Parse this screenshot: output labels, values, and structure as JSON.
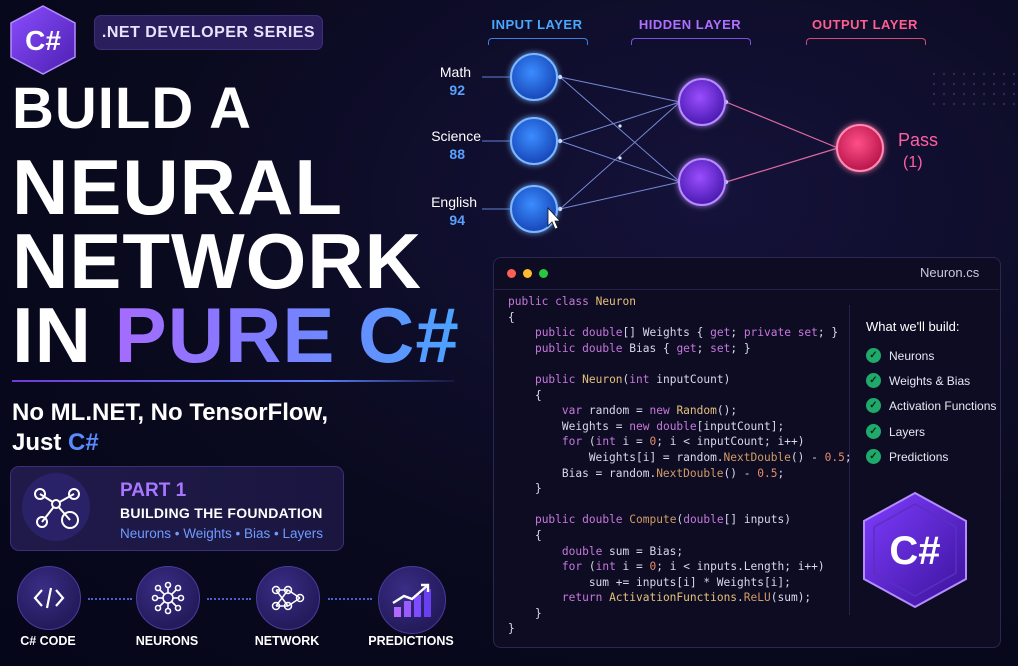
{
  "logo": {
    "text": "C#"
  },
  "series_badge": ".NET DEVELOPER SERIES",
  "headline": {
    "line1": "BUILD A",
    "line2": "NEURAL",
    "line3": "NETWORK",
    "line4_prefix": "IN ",
    "line4_accent": "PURE C#"
  },
  "subhead": {
    "line1": "No ML.NET, No TensorFlow,",
    "line2_prefix": "Just ",
    "line2_accent": "C#"
  },
  "part": {
    "label": "PART 1",
    "title": "BUILDING THE FOUNDATION",
    "topics": "Neurons • Weights • Bias • Layers"
  },
  "flow": [
    {
      "label": "C# CODE",
      "icon": "code-icon"
    },
    {
      "label": "NEURONS",
      "icon": "neuron-icon"
    },
    {
      "label": "NETWORK",
      "icon": "network-icon"
    },
    {
      "label": "PREDICTIONS",
      "icon": "bar-chart-icon"
    }
  ],
  "network": {
    "layers": {
      "input": "INPUT LAYER",
      "hidden": "HIDDEN LAYER",
      "output": "OUTPUT LAYER"
    },
    "inputs": [
      {
        "name": "Math",
        "value": "92"
      },
      {
        "name": "Science",
        "value": "88"
      },
      {
        "name": "English",
        "value": "94"
      }
    ],
    "output": {
      "label": "Pass",
      "value": "(1)"
    }
  },
  "code_window": {
    "filename": "Neuron.cs",
    "panel_title": "What we'll build:",
    "features": [
      "Neurons",
      "Weights & Bias",
      "Activation Functions",
      "Layers",
      "Predictions"
    ],
    "badge_text": "C#"
  },
  "colors": {
    "input_node": "#2f7cff",
    "hidden_node": "#8a3cff",
    "output_node": "#ff3f7a",
    "accent_purple": "#a877ff",
    "accent_blue": "#5b8cff",
    "check_green": "#1fa96b"
  }
}
